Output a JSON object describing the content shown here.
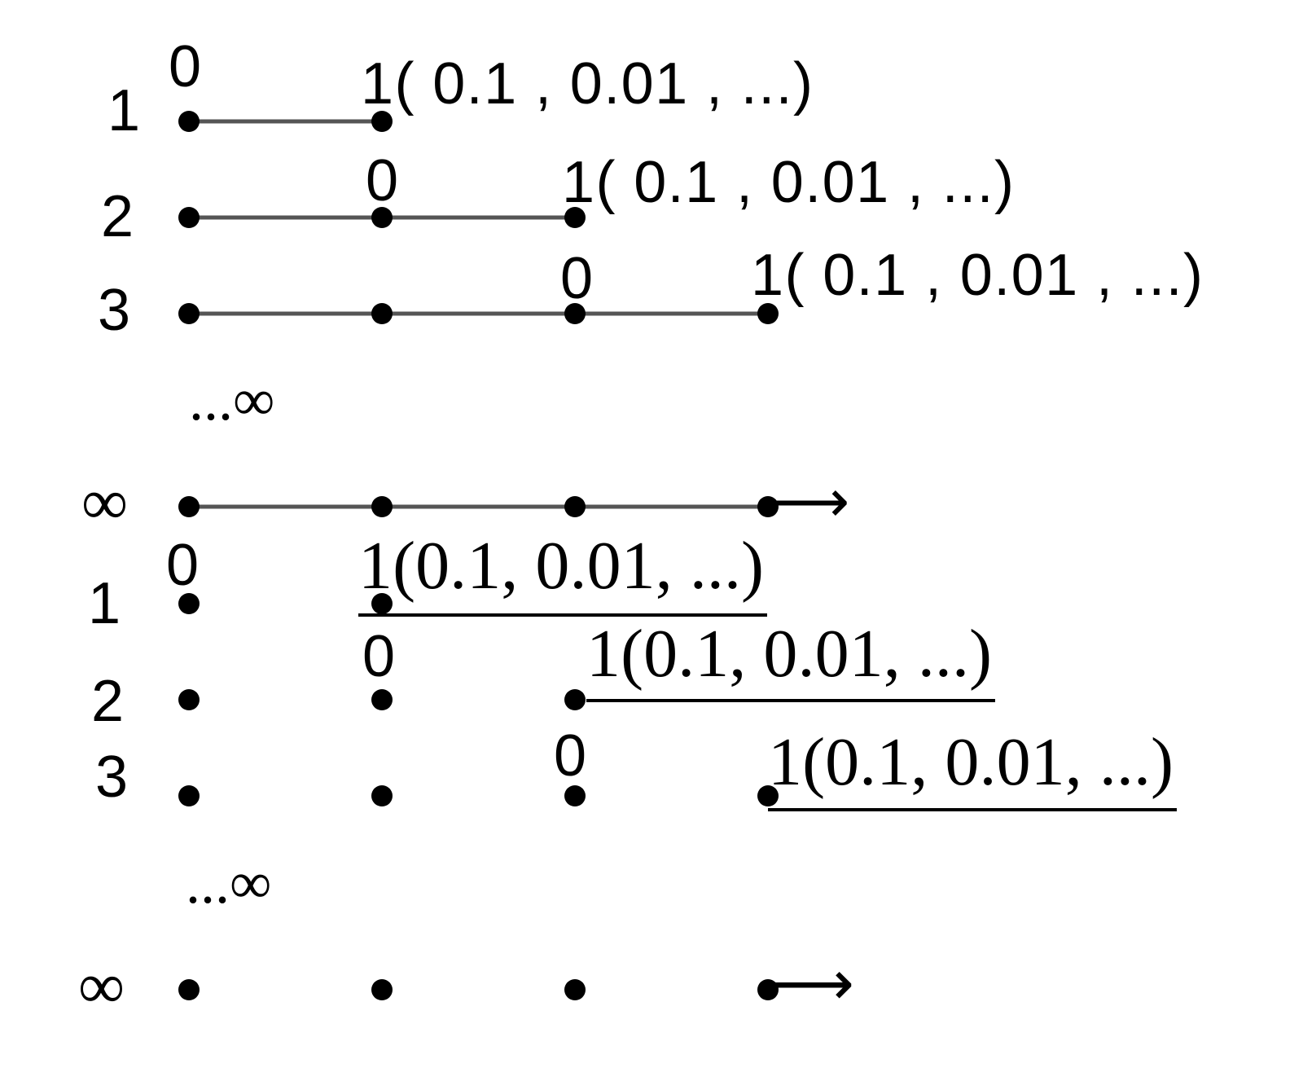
{
  "top": {
    "rows": [
      {
        "label": "1",
        "zero": "0",
        "seq": "1( 0.1 , 0.01 , ...)"
      },
      {
        "label": "2",
        "zero": "0",
        "seq": "1( 0.1 , 0.01 , ...)"
      },
      {
        "label": "3",
        "zero": "0",
        "seq": "1( 0.1 , 0.01 , ...)"
      }
    ],
    "ellipsis": "...∞",
    "inf_label": "∞",
    "arrow": "⟶"
  },
  "bottom": {
    "rows": [
      {
        "label": "1",
        "zero": "0",
        "seq": "1(0.1, 0.01, ...)"
      },
      {
        "label": "2",
        "zero": "0",
        "seq": "1(0.1, 0.01, ...)"
      },
      {
        "label": "3",
        "zero": "0",
        "seq": "1(0.1, 0.01, ...)"
      }
    ],
    "ellipsis": "...∞",
    "inf_label": "∞",
    "arrow": "⟶"
  },
  "colors": {
    "line": "#555555",
    "dot": "#000000"
  }
}
